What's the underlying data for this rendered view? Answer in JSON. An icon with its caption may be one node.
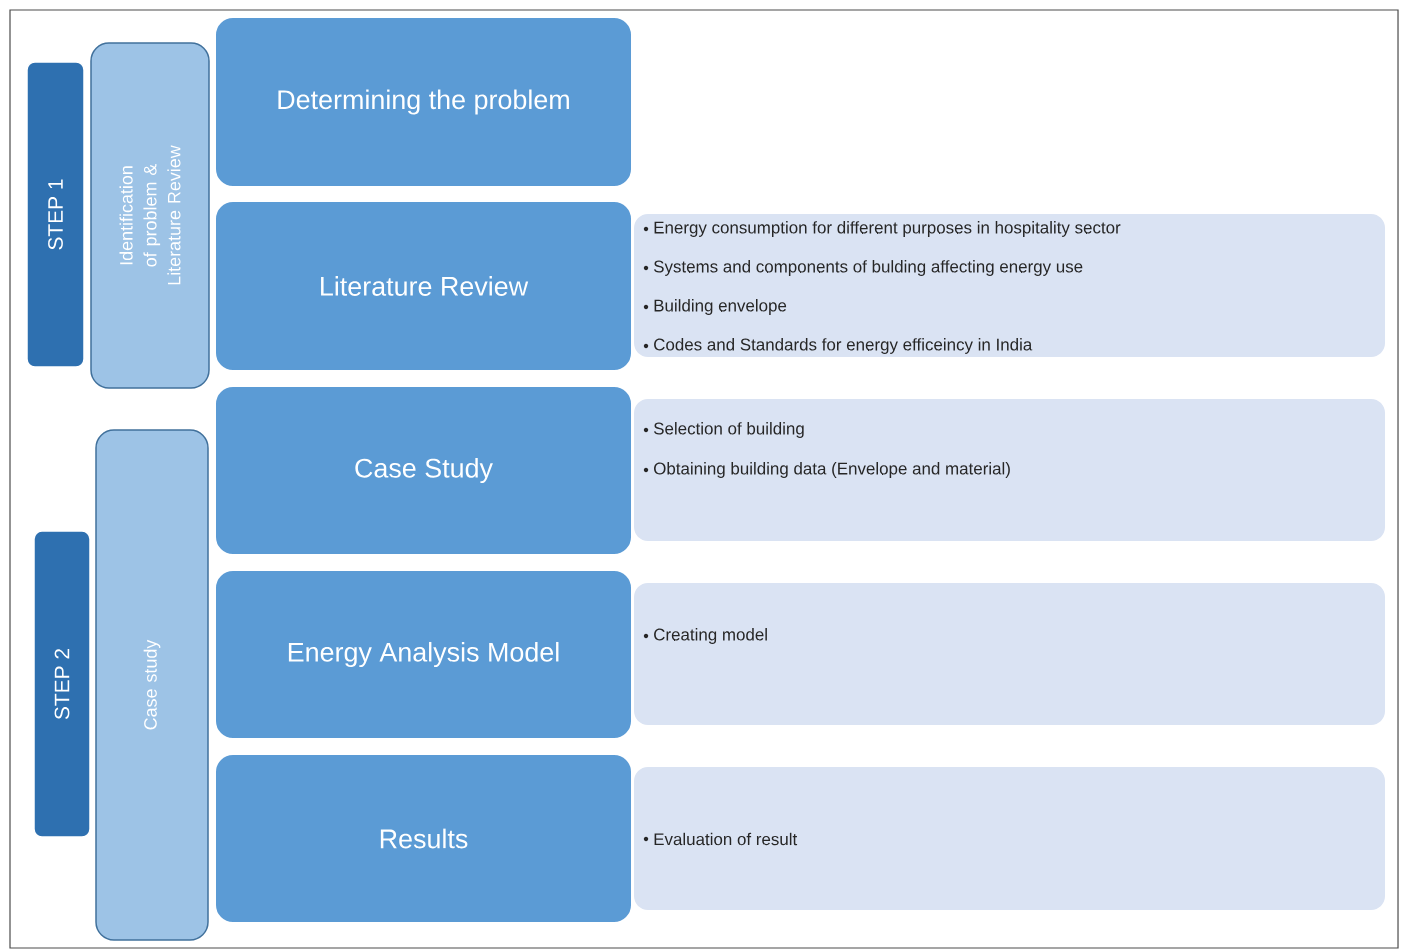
{
  "diagram": {
    "nodes": [
      {
        "text": [
          "STEP 1"
        ]
      },
      {
        "text": [
          "Identification of problem & Literature Review"
        ]
      },
      {
        "text": [
          "Determining the problem"
        ]
      },
      {
        "text": [
          "Literature Review"
        ]
      },
      {
        "text": [
          "Energy consumption for different purposes in hospitality sector",
          "Systems and components of bulding affecting energy use",
          "Building envelope",
          "Codes and Standards for energy efficeincy in India"
        ]
      },
      {
        "text": [
          "STEP 2"
        ]
      },
      {
        "text": [
          "Case study"
        ]
      },
      {
        "text": [
          "Case Study"
        ]
      },
      {
        "text": [
          "Selection of building",
          "Obtaining building data (Envelope and material)"
        ]
      },
      {
        "text": [
          "Energy Analysis Model"
        ]
      },
      {
        "text": [
          "Creating model"
        ]
      },
      {
        "text": [
          "Results"
        ]
      },
      {
        "text": [
          "Evaluation of result"
        ]
      }
    ]
  }
}
